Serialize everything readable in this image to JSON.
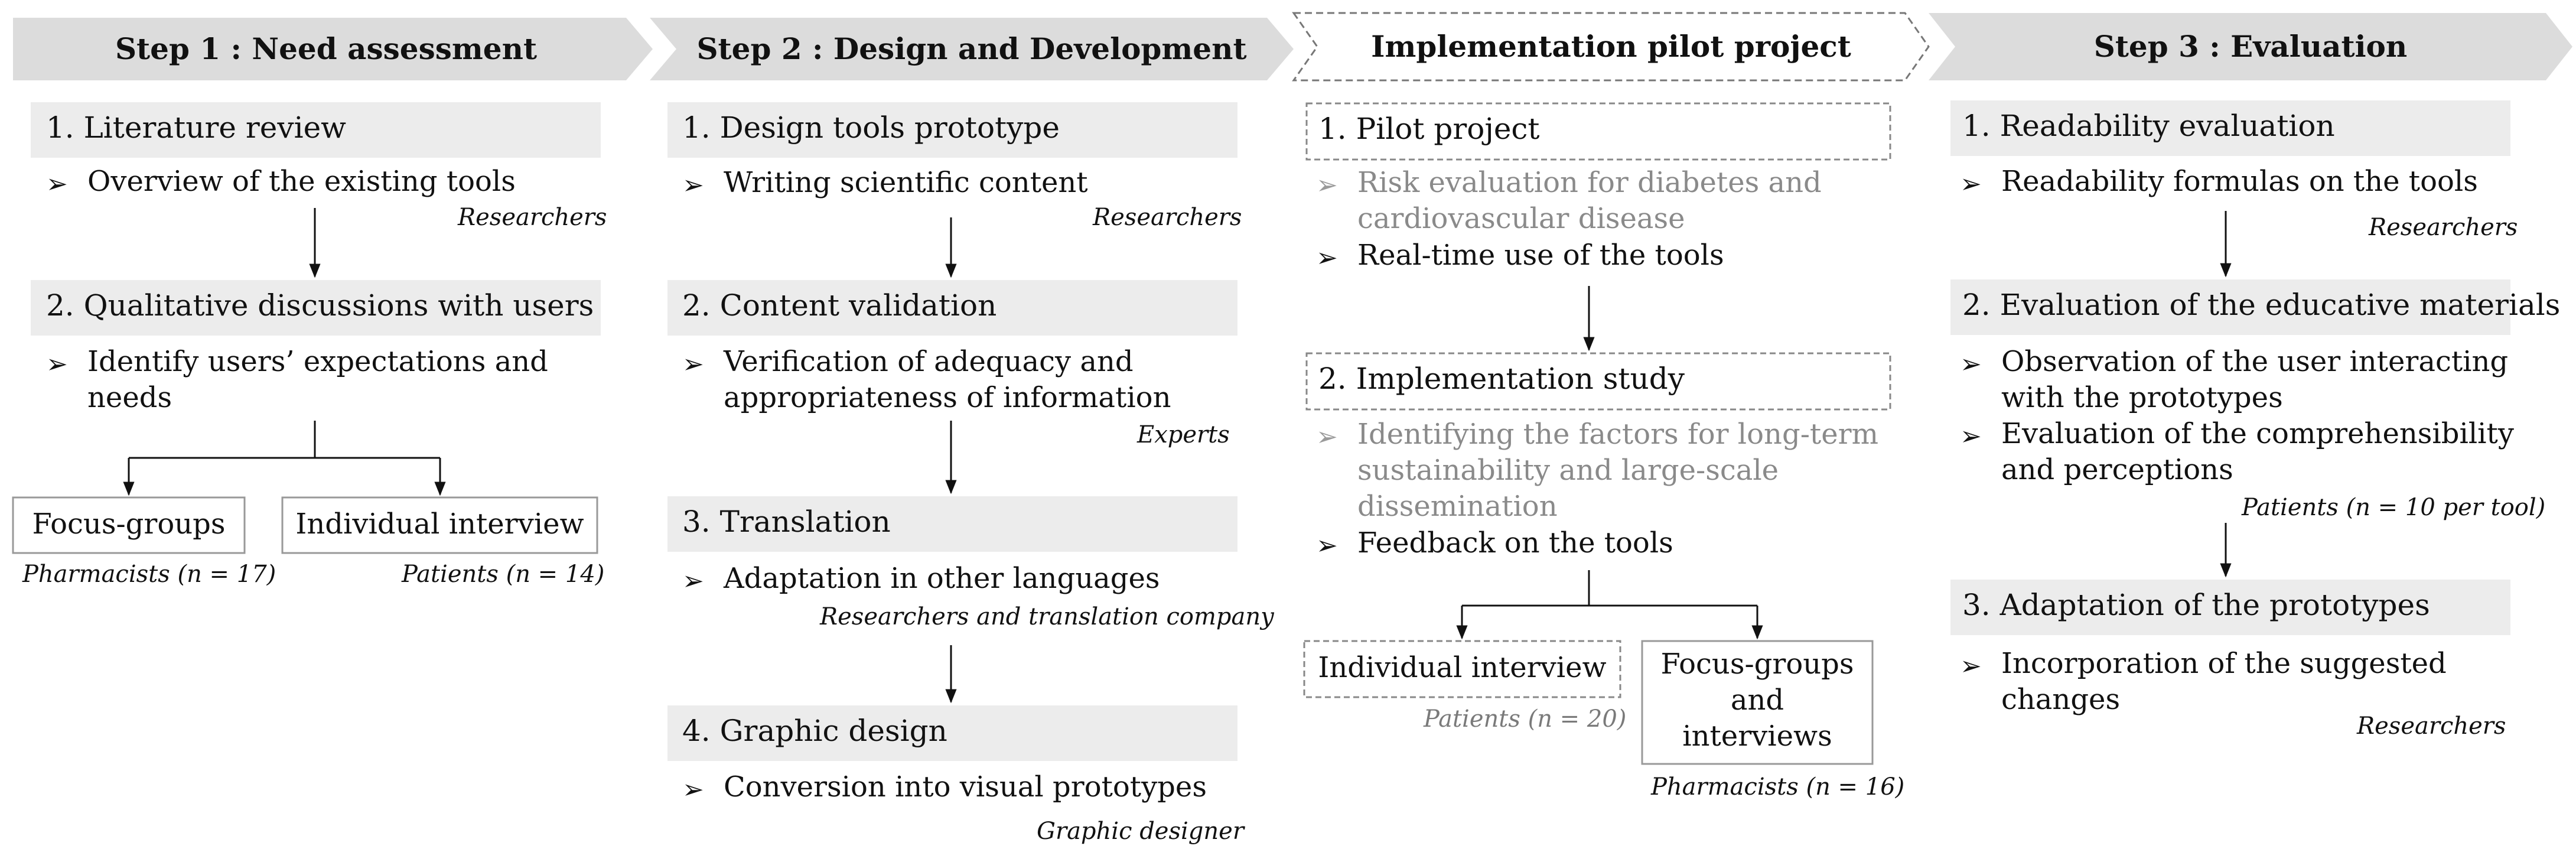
{
  "columns": [
    {
      "header": "Step 1 : Need assessment",
      "sections": [
        {
          "title": "1. Literature review",
          "items": [
            {
              "lines": [
                "Overview of the existing tools"
              ]
            }
          ],
          "role": "Researchers"
        },
        {
          "title": "2. Qualitative discussions with users",
          "items": [
            {
              "lines": [
                "Identify users’ expectations and",
                "needs"
              ]
            }
          ]
        }
      ],
      "leaves": [
        {
          "lines": [
            "Focus-groups"
          ],
          "role": "Pharmacists (n = 17)"
        },
        {
          "lines": [
            "Individual interview"
          ],
          "role": "Patients (n = 14)"
        }
      ]
    },
    {
      "header": "Step 2 : Design and Development",
      "sections": [
        {
          "title": "1. Design tools prototype",
          "items": [
            {
              "lines": [
                "Writing scientific content"
              ]
            }
          ],
          "role": "Researchers"
        },
        {
          "title": "2. Content validation",
          "items": [
            {
              "lines": [
                "Verification of adequacy and",
                "appropriateness of information"
              ]
            }
          ],
          "role": "Experts"
        },
        {
          "title": "3. Translation",
          "items": [
            {
              "lines": [
                "Adaptation in other languages"
              ]
            }
          ],
          "role": "Researchers and translation company"
        },
        {
          "title": "4. Graphic design",
          "items": [
            {
              "lines": [
                "Conversion into visual prototypes"
              ]
            }
          ],
          "role": "Graphic designer"
        }
      ]
    },
    {
      "header": "Implementation pilot project",
      "sections": [
        {
          "title": "1. Pilot project",
          "items": [
            {
              "lines": [
                "Risk evaluation for diabetes and",
                "cardiovascular disease"
              ],
              "style": "gray"
            },
            {
              "lines": [
                "Real-time use of the tools"
              ]
            }
          ]
        },
        {
          "title": "2. Implementation study",
          "items": [
            {
              "lines": [
                "Identifying the factors for long-term",
                "sustainability and large-scale",
                "dissemination"
              ],
              "style": "gray"
            },
            {
              "lines": [
                "Feedback on the tools"
              ]
            }
          ]
        }
      ],
      "leaves": [
        {
          "lines": [
            "Individual interview"
          ],
          "role": "Patients (n = 20)"
        },
        {
          "lines": [
            "Focus-groups",
            "and",
            "interviews"
          ],
          "role": "Pharmacists (n = 16)"
        }
      ]
    },
    {
      "header": "Step 3 : Evaluation",
      "sections": [
        {
          "title": "1. Readability evaluation",
          "items": [
            {
              "lines": [
                "Readability formulas on the tools"
              ]
            }
          ],
          "role": "Researchers"
        },
        {
          "title": "2. Evaluation of the educative materials",
          "items": [
            {
              "lines": [
                "Observation of the user interacting",
                "with the prototypes"
              ]
            },
            {
              "lines": [
                "Evaluation of the comprehensibility",
                "and perceptions"
              ]
            }
          ],
          "role": "Patients (n = 10 per tool)"
        },
        {
          "title": "3. Adaptation of the prototypes",
          "items": [
            {
              "lines": [
                "Incorporation of the suggested",
                "changes"
              ]
            }
          ],
          "role": "Researchers"
        }
      ]
    }
  ],
  "bullet_glyph": "➢"
}
